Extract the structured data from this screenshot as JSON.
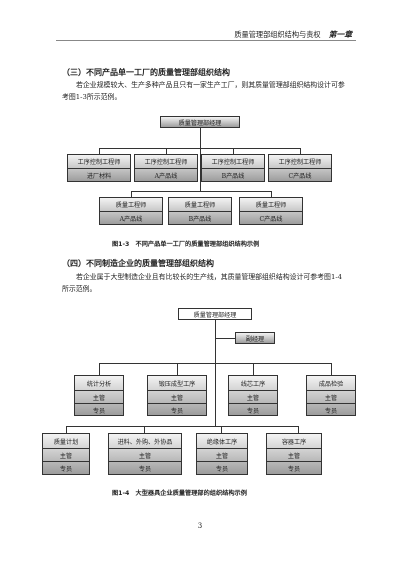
{
  "header": {
    "title": "质量管理部组织结构与责权",
    "chapter": "第一章"
  },
  "section3": {
    "heading": "（三）不同产品单一工厂的质量管理部组织结构",
    "paragraph": "若企业规模较大、生产多种产品且只有一家生产工厂，则其质量管理部组织结构设计可参考图1-3所示范例。"
  },
  "figure1_3": {
    "root": "质量管理部经理",
    "row1": [
      {
        "title": "工序控制工程师",
        "sub": "进厂材料"
      },
      {
        "title": "工序控制工程师",
        "sub": "A产品线"
      },
      {
        "title": "工序控制工程师",
        "sub": "B产品线"
      },
      {
        "title": "工序控制工程师",
        "sub": "C产品线"
      }
    ],
    "row2": [
      {
        "title": "质量工程师",
        "sub": "A产品线"
      },
      {
        "title": "质量工程师",
        "sub": "B产品线"
      },
      {
        "title": "质量工程师",
        "sub": "C产品线"
      }
    ],
    "caption": "图1-3　不同产品单一工厂的质量管理部组织结构示例"
  },
  "section4": {
    "heading": "（四）不同制造企业的质量管理部组织结构",
    "paragraph": "若企业属于大型制造企业且有比较长的生产线，其质量管理部组织结构设计可参考图1-4所示范例。"
  },
  "figure1_4": {
    "root": "质量管理部经理",
    "deputy": "副经理",
    "row1": [
      {
        "title": "统计分析",
        "a": "主管",
        "b": "专员"
      },
      {
        "title": "锻压成型工序",
        "a": "主管",
        "b": "专员"
      },
      {
        "title": "线芯工序",
        "a": "主管",
        "b": "专员"
      },
      {
        "title": "成品检验",
        "a": "主管",
        "b": "专员"
      }
    ],
    "row2": [
      {
        "title": "质量计划",
        "a": "主管",
        "b": "专员"
      },
      {
        "title": "进料、外购、外协品",
        "a": "主管",
        "b": "专员"
      },
      {
        "title": "绝缘体工序",
        "a": "主管",
        "b": "专员"
      },
      {
        "title": "容器工序",
        "a": "主管",
        "b": "专员"
      }
    ],
    "caption": "图1-4　大型器具企业质量管理部的组织结构示例"
  },
  "page_number": "3"
}
